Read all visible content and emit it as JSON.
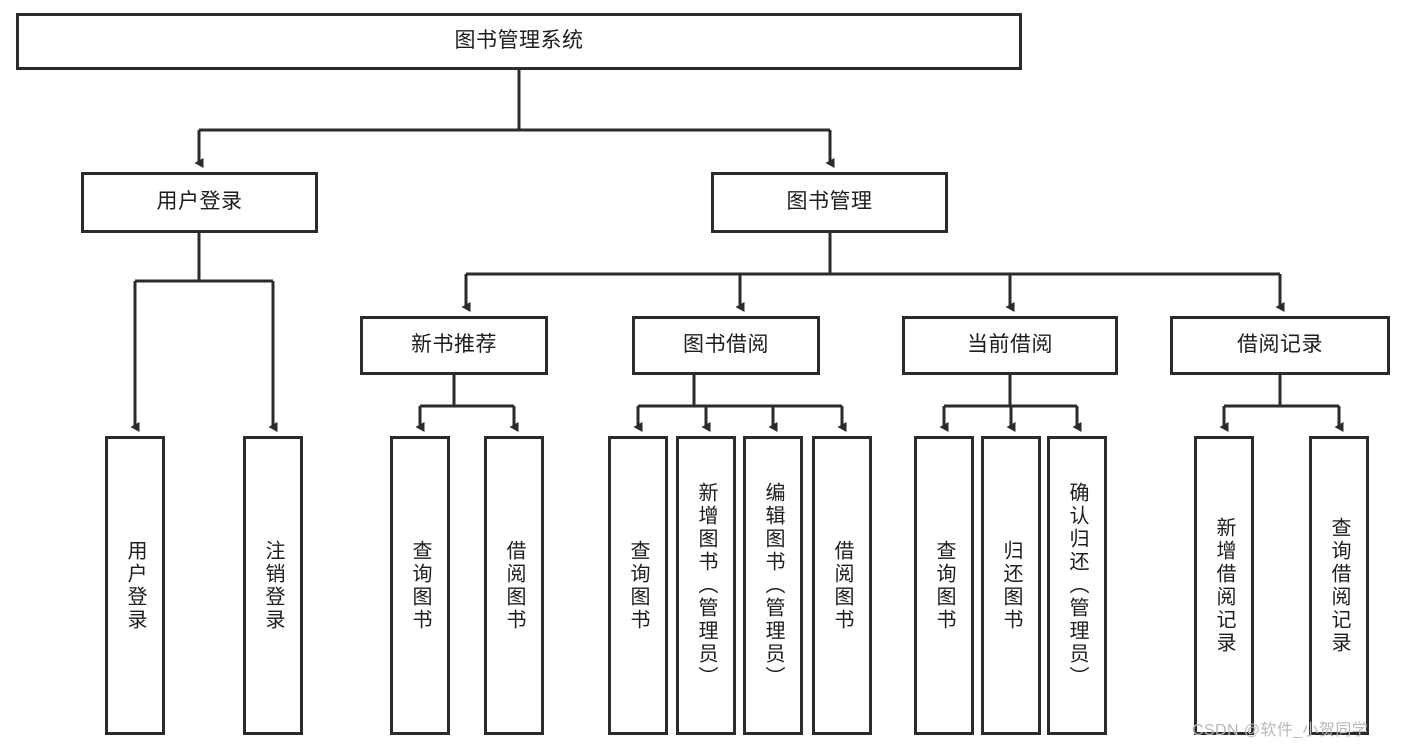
{
  "diagram": {
    "title": "图书管理系统",
    "type": "tree-hierarchy-chart",
    "colors": {
      "box_border": "#2b2b2b",
      "box_fill": "#ffffff",
      "connector": "#2b2b2b",
      "background": "#ffffff",
      "watermark": "#b9b9b9"
    },
    "root": {
      "label": "图书管理系统"
    },
    "level2": [
      {
        "label": "用户登录"
      },
      {
        "label": "图书管理"
      }
    ],
    "level3": [
      {
        "label": "新书推荐"
      },
      {
        "label": "图书借阅"
      },
      {
        "label": "当前借阅"
      },
      {
        "label": "借阅记录"
      }
    ],
    "leaves": {
      "user_login": [
        {
          "label": "用户登录"
        },
        {
          "label": "注销登录"
        }
      ],
      "new_book_recommend": [
        {
          "label": "查询图书"
        },
        {
          "label": "借阅图书"
        }
      ],
      "book_borrow": [
        {
          "label": "查询图书"
        },
        {
          "label": "新增图书（管理员）"
        },
        {
          "label": "编辑图书（管理员）"
        },
        {
          "label": "借阅图书"
        }
      ],
      "current_borrow": [
        {
          "label": "查询图书"
        },
        {
          "label": "归还图书"
        },
        {
          "label": "确认归还（管理员）"
        }
      ],
      "borrow_record": [
        {
          "label": "新增借阅记录"
        },
        {
          "label": "查询借阅记录"
        }
      ]
    },
    "watermark": "CSDN @软件_小贺同学"
  }
}
